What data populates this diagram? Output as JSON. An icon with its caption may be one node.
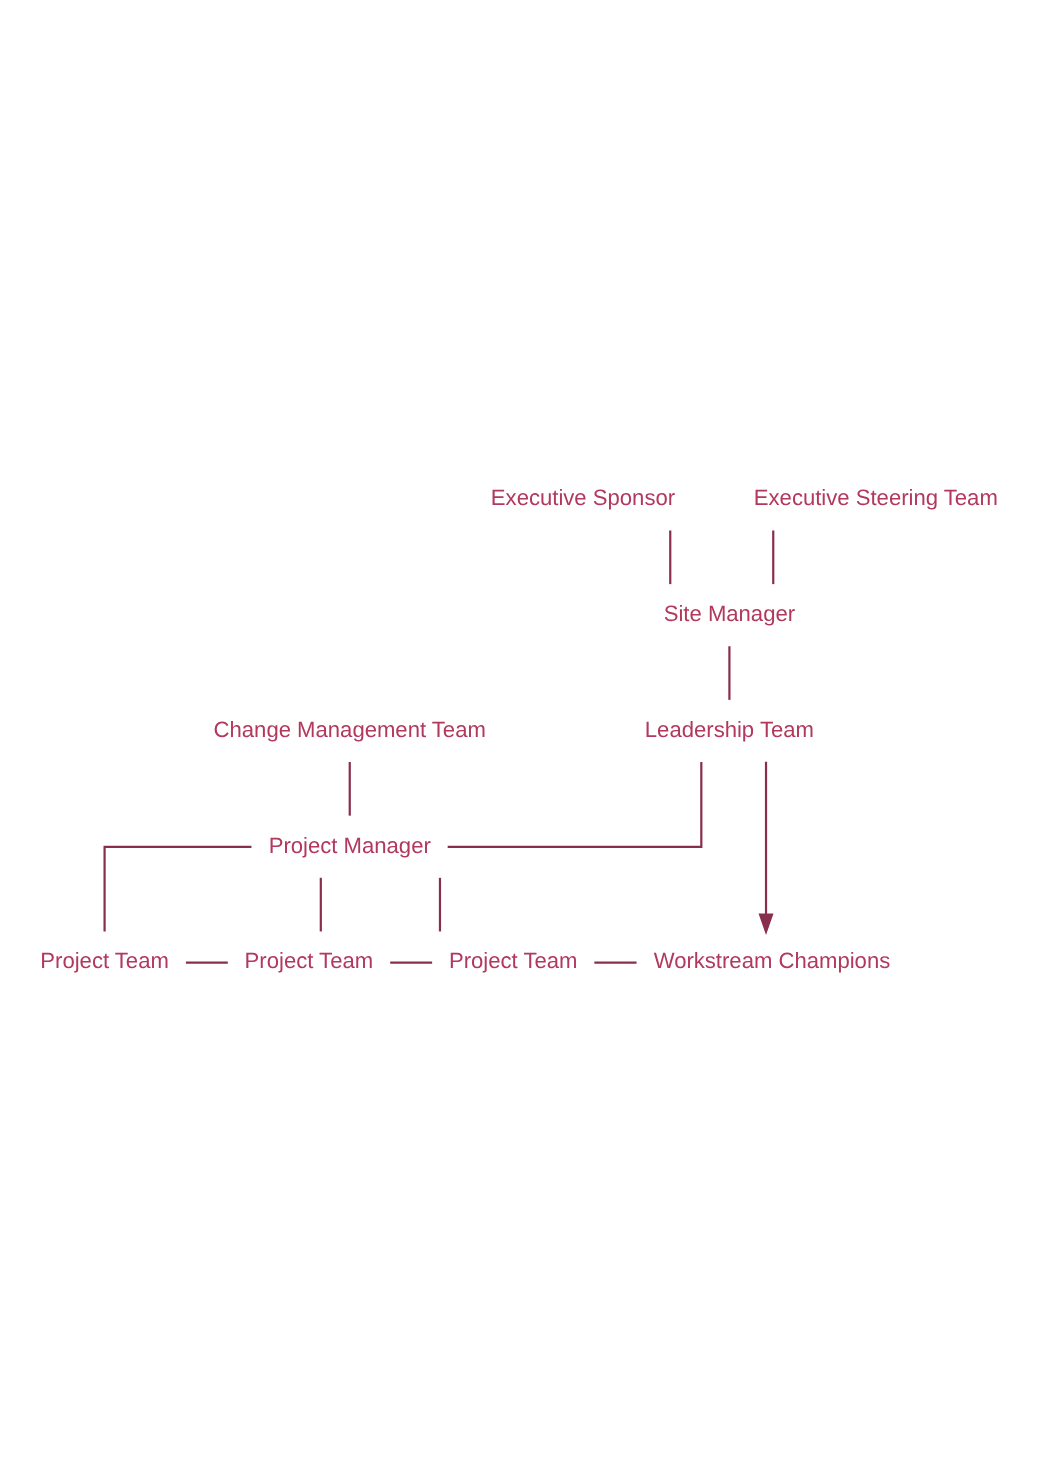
{
  "diagram": {
    "nodes": [
      {
        "text": [
          "Executive Sponsor"
        ]
      },
      {
        "text": [
          "Executive Steering Team"
        ]
      },
      {
        "text": [
          "Site Manager"
        ]
      },
      {
        "text": [
          "Leadership Team"
        ]
      },
      {
        "text": [
          "Change Management Team"
        ]
      },
      {
        "text": [
          "Project Manager"
        ]
      },
      {
        "text": [
          "Project Team"
        ]
      },
      {
        "text": [
          "Project Team"
        ]
      },
      {
        "text": [
          "Project Team"
        ]
      },
      {
        "text": [
          "Workstream Champions"
        ]
      }
    ],
    "edges": [
      {
        "from": 0,
        "to": 2,
        "arrow": "none"
      },
      {
        "from": 1,
        "to": 2,
        "arrow": "none"
      },
      {
        "from": 2,
        "to": 3,
        "arrow": "none"
      },
      {
        "from": 3,
        "to": 9,
        "arrow": "to"
      },
      {
        "from": 3,
        "to": 5,
        "arrow": "none"
      },
      {
        "from": 4,
        "to": 5,
        "arrow": "none"
      },
      {
        "from": 5,
        "to": 6,
        "arrow": "none"
      },
      {
        "from": 5,
        "to": 7,
        "arrow": "none"
      },
      {
        "from": 5,
        "to": 8,
        "arrow": "none"
      },
      {
        "from": 6,
        "to": 7,
        "arrow": "none"
      },
      {
        "from": 7,
        "to": 8,
        "arrow": "none"
      },
      {
        "from": 8,
        "to": 9,
        "arrow": "none"
      }
    ]
  }
}
